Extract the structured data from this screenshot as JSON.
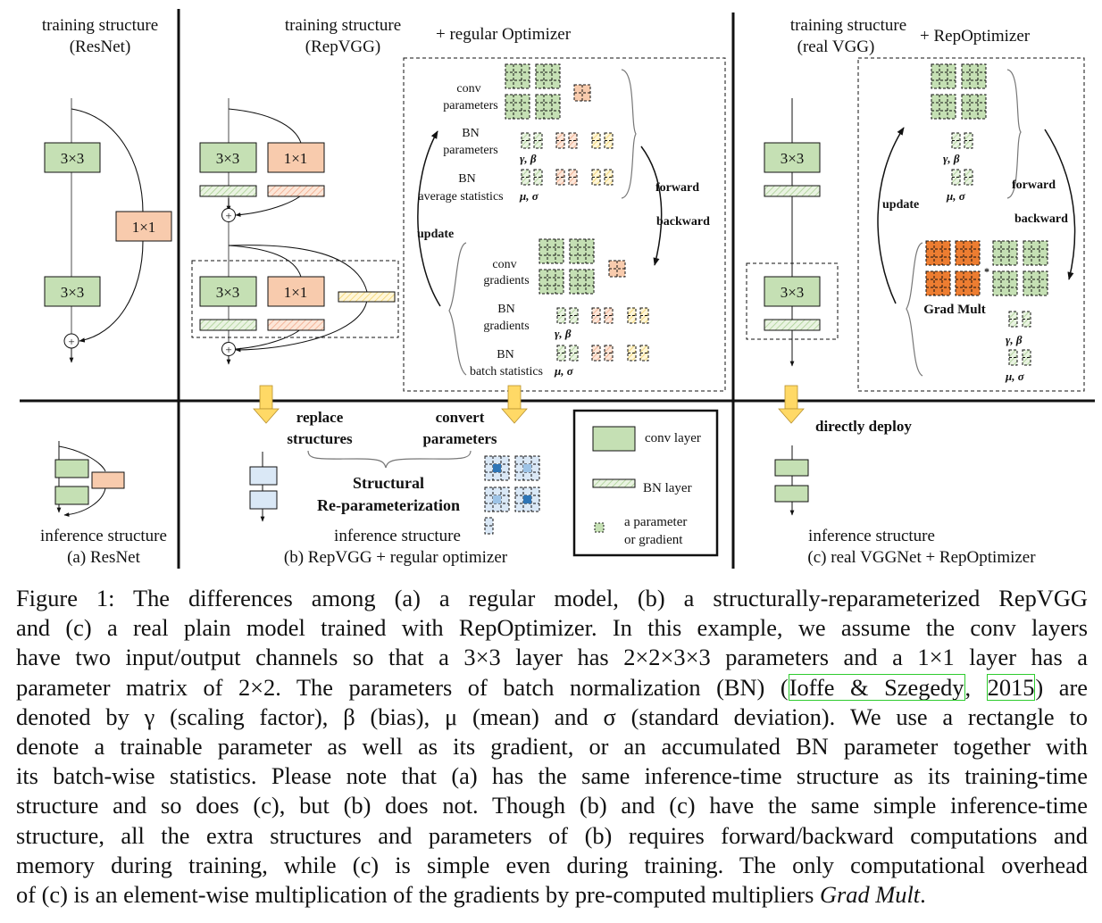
{
  "figure": {
    "panel_a": {
      "training_title_1": "training structure",
      "training_title_2": "(ResNet)",
      "block_3x3": "3×3",
      "block_1x1": "1×1",
      "inference_label": "inference structure",
      "caption": "(a) ResNet"
    },
    "panel_b": {
      "training_title_1": "training structure",
      "training_title_2": "(RepVGG)",
      "optimizer_label": "+ regular Optimizer",
      "block_3x3": "3×3",
      "block_1x1": "1×1",
      "conv_parameters_1": "conv",
      "conv_parameters_2": "parameters",
      "bn_parameters_1": "BN",
      "bn_parameters_2": "parameters",
      "gamma_beta": "γ,  β",
      "bn_avg_1": "BN",
      "bn_avg_2": "average statistics",
      "mu_sigma": "μ,  σ",
      "forward": "forward",
      "backward": "backward",
      "update": "update",
      "conv_gradients_1": "conv",
      "conv_gradients_2": "gradients",
      "bn_gradients_1": "BN",
      "bn_gradients_2": "gradients",
      "bn_batch_1": "BN",
      "bn_batch_2": "batch statistics",
      "replace_1": "replace",
      "replace_2": "structures",
      "convert_1": "convert",
      "convert_2": "parameters",
      "structural_1": "Structural",
      "structural_2": "Re-parameterization",
      "inference_label": "inference structure",
      "caption": "(b) RepVGG + regular optimizer"
    },
    "legend": {
      "conv_layer": "conv layer",
      "bn_layer": "BN layer",
      "param_1": "a parameter",
      "param_2": "or gradient"
    },
    "panel_c": {
      "training_title_1": "training structure",
      "training_title_2": "(real VGG)",
      "optimizer_label": "+ RepOptimizer",
      "block_3x3": "3×3",
      "gamma_beta": "γ,  β",
      "mu_sigma": "μ,  σ",
      "forward": "forward",
      "backward": "backward",
      "update": "update",
      "grad_mult": "Grad Mult",
      "multiply": "*",
      "directly_deploy": "directly deploy",
      "inference_label": "inference structure",
      "caption": "(c) real VGGNet + RepOptimizer"
    },
    "colors": {
      "conv_green": "#c5e0b4",
      "conv_orange": "#f8cbad",
      "bn_yellow": "#fff2cc",
      "grad_mult_orange": "#ed7d31",
      "inference_blue": "#dae8f6",
      "highlight_blue": "#2e75b6",
      "light_blue": "#9dc3e6",
      "arrow_yellow": "#ffd966",
      "citation_green": "#2ecc2e"
    }
  },
  "caption": {
    "lines": [
      "Figure 1: The differences among (a) a regular model, (b) a structurally-reparameterized RepVGG",
      "and (c) a real plain model trained with RepOptimizer. In this example, we assume the conv layers",
      "have two input/output channels so that a 3×3 layer has 2×2×3×3 parameters and a 1×1 layer has a"
    ],
    "line4_pre": "parameter matrix of 2×2. The parameters of batch normalization (BN) (",
    "cite_author": "Ioffe & Szegedy",
    "cite_sep": ", ",
    "cite_year": "2015",
    "line4_post": ") are",
    "lines_rest": [
      "denoted by γ (scaling factor), β (bias), μ (mean) and σ (standard deviation). We use a rectangle to",
      "denote a trainable parameter as well as its gradient, or an accumulated BN parameter together with",
      "its batch-wise statistics. Please note that (a) has the same inference-time structure as its training-time",
      "structure and so does (c), but (b) does not. Though (b) and (c) have the same simple inference-time",
      "structure, all the extra structures and parameters of (b) requires forward/backward computations and",
      "memory during training, while (c) is simple even during training. The only computational overhead"
    ],
    "last_pre": "of (c) is an element-wise multiplication of the gradients by pre-computed multipliers ",
    "last_italic": "Grad Mult",
    "last_post": "."
  }
}
